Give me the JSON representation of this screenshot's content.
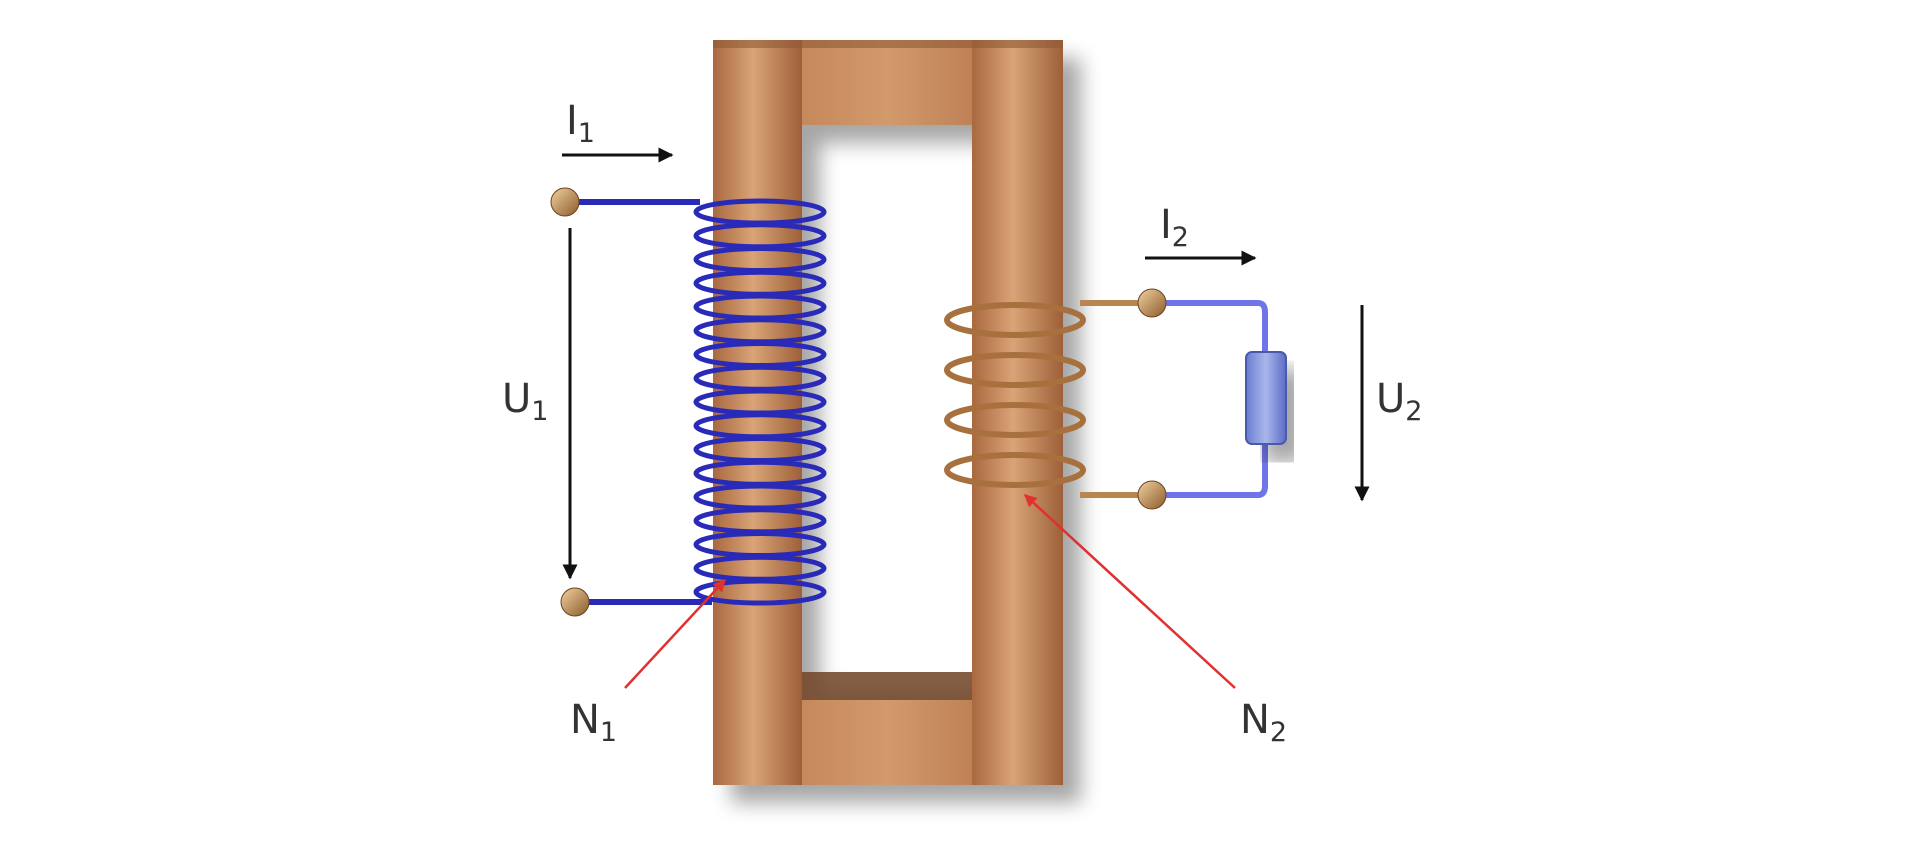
{
  "labels": {
    "i1": {
      "main": "I",
      "sub": "1"
    },
    "i2": {
      "main": "I",
      "sub": "2"
    },
    "u1": {
      "main": "U",
      "sub": "1"
    },
    "u2": {
      "main": "U",
      "sub": "2"
    },
    "n1": {
      "main": "N",
      "sub": "1"
    },
    "n2": {
      "main": "N",
      "sub": "2"
    }
  },
  "colors": {
    "core": "#c98a5e",
    "primary_winding": "#2a2ab8",
    "secondary_winding": "#a8703c",
    "secondary_wire": "#6f74e6",
    "load": "#7f92dc",
    "pointer_arrow": "#e03030",
    "measure_arrow": "#111111"
  },
  "winding": {
    "primary_turns": 17,
    "secondary_turns": 4
  }
}
